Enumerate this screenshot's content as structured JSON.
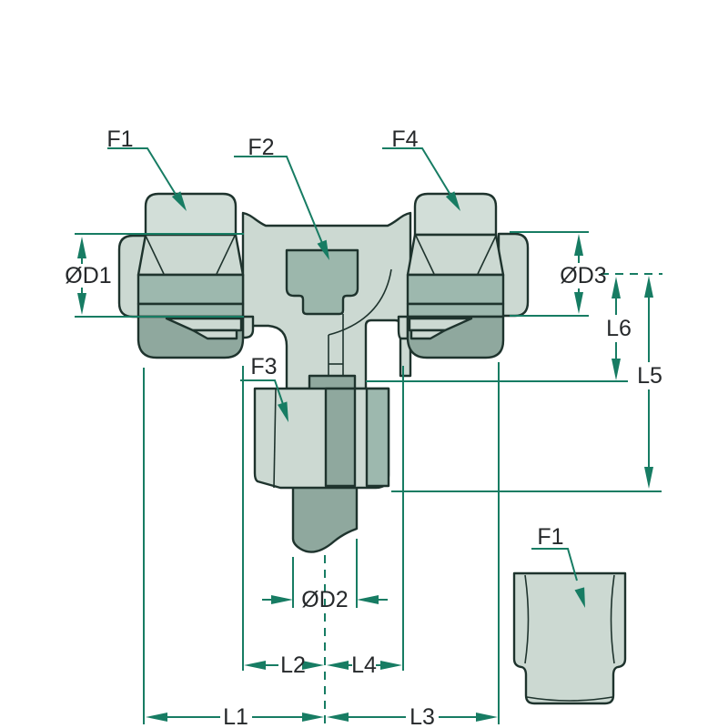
{
  "callouts": {
    "f1": "F1",
    "f2": "F2",
    "f3": "F3",
    "f4": "F4",
    "f1_detail": "F1"
  },
  "dimensions": {
    "od1": "ØD1",
    "od2": "ØD2",
    "od3": "ØD3",
    "l1": "L1",
    "l2": "L2",
    "l3": "L3",
    "l4": "L4",
    "l5": "L5",
    "l6": "L6"
  },
  "palette": {
    "outline": "#1e332d",
    "body_fill": "#ccd9d2",
    "shade_mid": "#9db8ae",
    "shade_dark": "#8fa89e",
    "dimension_color": "#177c63",
    "label_text": "#26292b",
    "background": "#ffffff"
  }
}
